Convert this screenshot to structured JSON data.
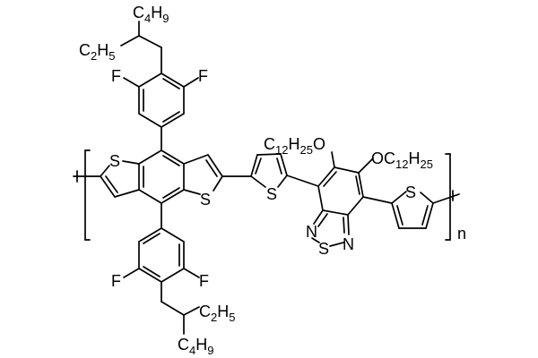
{
  "molecule": {
    "labels": {
      "top_c4h9": "C4H9",
      "top_c2h5": "C2H5",
      "top_f_left": "F",
      "top_f_right": "F",
      "bdt_s_left": "S",
      "bdt_s_right": "S",
      "bottom_f_left": "F",
      "bottom_f_right": "F",
      "bottom_c2h5": "C2H5",
      "bottom_c4h9": "C4H9",
      "thiophene1_s": "S",
      "alkoxy_left": "C12H25O",
      "alkoxy_right": "OC12H25",
      "btd_n_left": "N",
      "btd_s": "S",
      "btd_n_right": "N",
      "thiophene2_s": "S",
      "repeat_n": "n"
    },
    "color": "#000000"
  }
}
